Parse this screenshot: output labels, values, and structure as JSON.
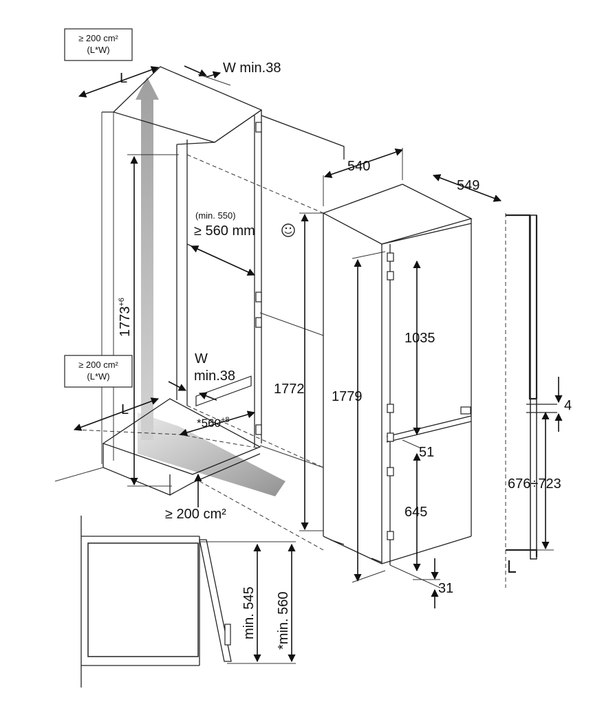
{
  "labels": {
    "vent_top": [
      "≥ 200 cm²",
      "(L*W)"
    ],
    "vent_bottom_box": [
      "≥ 200 cm²",
      "(L*W)"
    ],
    "L_top": "L",
    "W_top": "W min.38",
    "L_bottom": "L",
    "W_bottom": [
      "W",
      "min.38"
    ],
    "niche_depth_min": "(min. 550)",
    "niche_depth": "≥ 560 mm",
    "niche_height": "1773",
    "niche_height_sup": "+6",
    "niche_width": "*560",
    "niche_width_sup": "+8",
    "vent_floor": "≥ 200 cm²",
    "appliance_width": "540",
    "appliance_depth": "549",
    "appliance_height": "1772",
    "door_height_total": "1779",
    "upper_door": "1035",
    "gap_mid": "51",
    "lower_door": "645",
    "gap_bottom": "31",
    "rail_gap": "4",
    "rail_range": "676÷723",
    "plan_inner": "min. 545",
    "plan_outer": "*min. 560"
  },
  "icons": {
    "smiley": "smiley-icon"
  }
}
